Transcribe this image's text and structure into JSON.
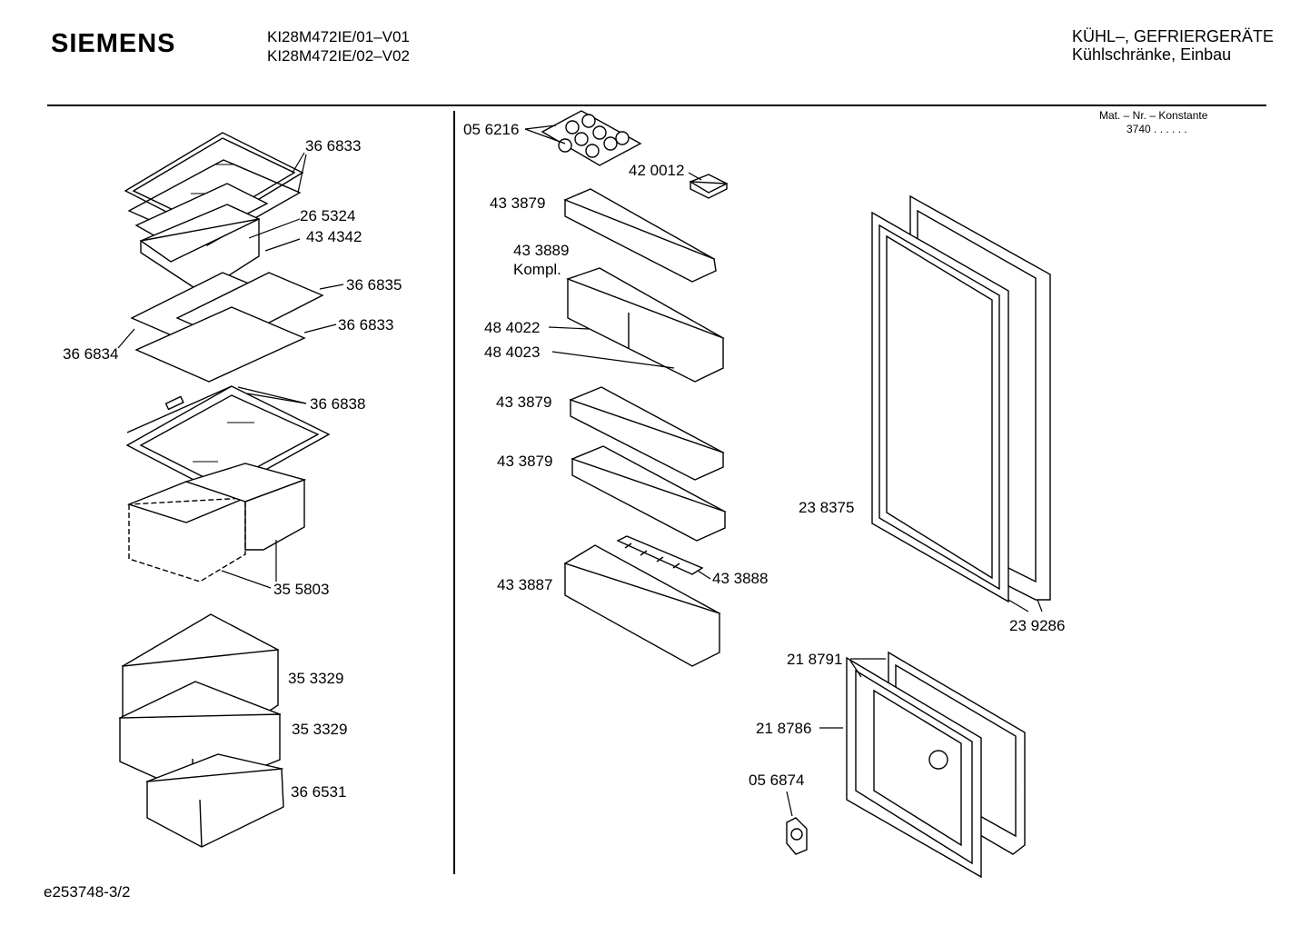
{
  "header": {
    "brand": "SIEMENS",
    "models": [
      "KI28M472IE/01–V01",
      "KI28M472IE/02–V02"
    ],
    "category": [
      "KÜHL–, GEFRIERGERÄTE",
      "Kühlschränke, Einbau"
    ]
  },
  "mat_info": {
    "label": "Mat. – Nr. – Konstante",
    "value": "3740  .  .  .  .  .  ."
  },
  "footer": {
    "code": "e253748-3/2"
  },
  "part_labels": [
    "36 6833",
    "26 5324",
    "43 4342",
    "36 6835",
    "36 6833",
    "36 6834",
    "36 6838",
    "35 5803",
    "35 3329",
    "35 3329",
    "36 6531",
    "05 6216",
    "42 0012",
    "43 3879",
    "43 3889",
    "Kompl.",
    "48 4022",
    "48 4023",
    "43 3879",
    "43 3879",
    "43 3887",
    "43 3888",
    "23 8375",
    "23 9286",
    "21 8791",
    "21 8786",
    "05 6874"
  ]
}
